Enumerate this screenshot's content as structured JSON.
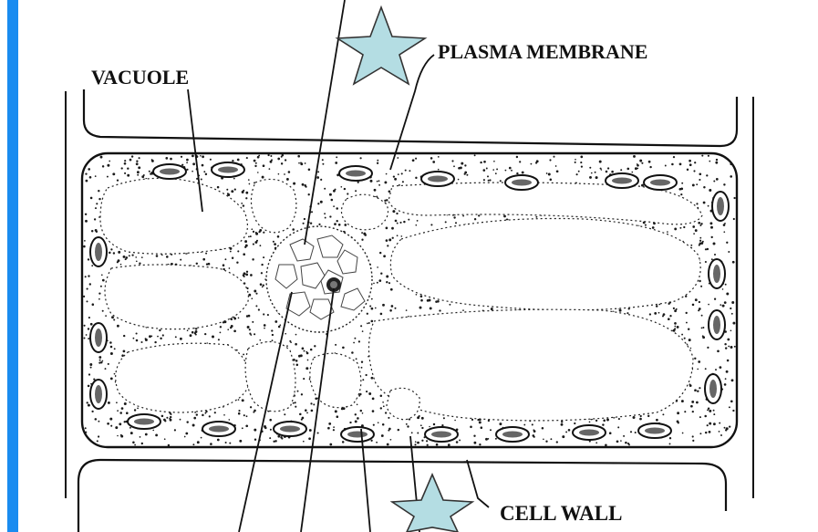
{
  "labels": {
    "vacuole": "VACUOLE",
    "plasma_membrane": "PLASMA MEMBRANE",
    "cell_wall": "CELL WALL"
  },
  "colors": {
    "accent_bar": "#1a8cf0",
    "star_fill": "#b4dde3",
    "ink": "#111111",
    "background": "#ffffff"
  },
  "icons": {
    "top_star": "star-icon",
    "bottom_star": "star-icon"
  }
}
